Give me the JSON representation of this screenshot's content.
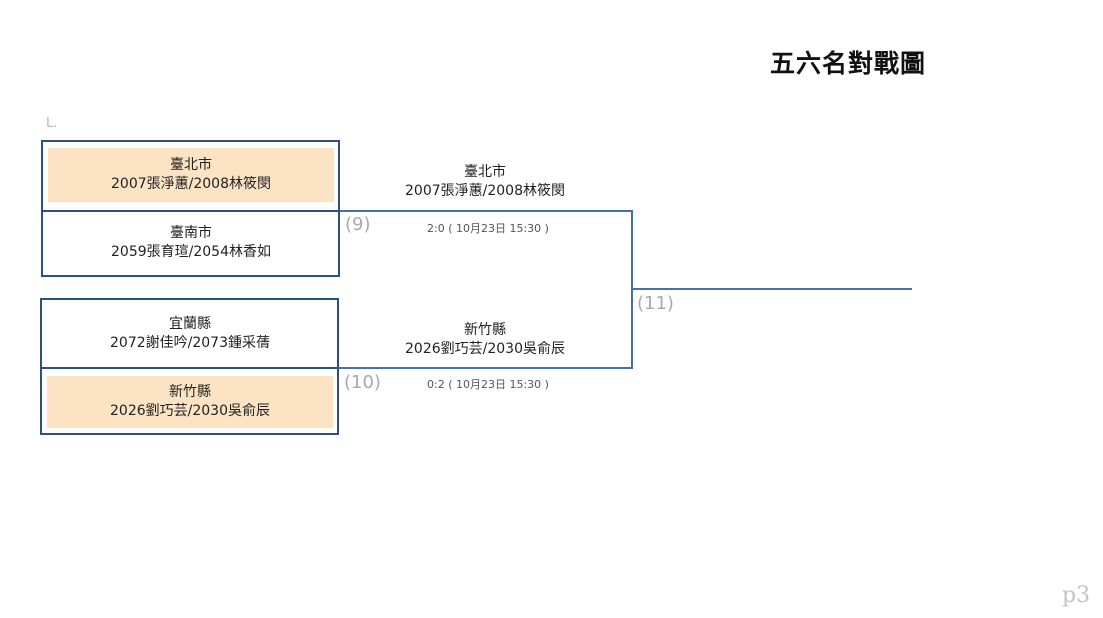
{
  "title": "五六名對戰圖",
  "section_label": "L.",
  "page_number": "p3",
  "colors": {
    "border": "#2f4f7f",
    "connector": "#4a6fa5",
    "winner_fill": "#fce3c4",
    "match_number": "#a9a9a9"
  },
  "matches": [
    {
      "number": "(9)",
      "top": {
        "team": "臺北市",
        "players": "2007張淨蕙/2008林筱閔",
        "winner": true
      },
      "bottom": {
        "team": "臺南市",
        "players": "2059張育瑄/2054林香如",
        "winner": false
      },
      "result": {
        "team": "臺北市",
        "players": "2007張淨蕙/2008林筱閔"
      },
      "score": "2:0 ( 10月23日 15:30 )"
    },
    {
      "number": "(10)",
      "top": {
        "team": "宜蘭縣",
        "players": "2072謝佳吟/2073鍾采蒨",
        "winner": false
      },
      "bottom": {
        "team": "新竹縣",
        "players": "2026劉巧芸/2030吳俞辰",
        "winner": true
      },
      "result": {
        "team": "新竹縣",
        "players": "2026劉巧芸/2030吳俞辰"
      },
      "score": "0:2 ( 10月23日 15:30 )"
    }
  ],
  "final": {
    "number": "(11)"
  }
}
